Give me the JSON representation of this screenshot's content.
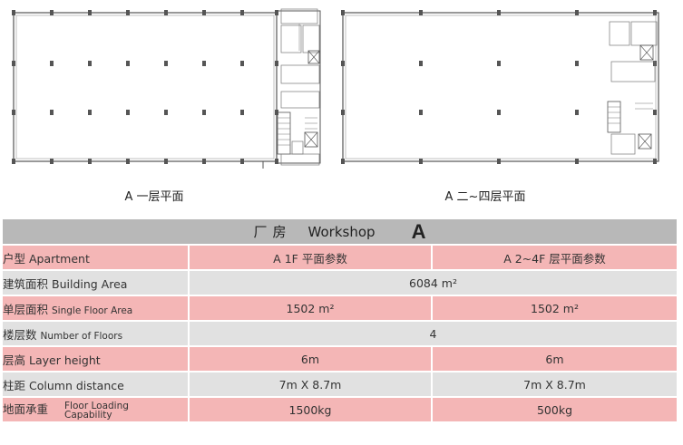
{
  "captions": {
    "plan_1f": "A 一层平面",
    "plan_2_4f": "A 二~四层平面"
  },
  "header": {
    "title_cn": "厂房",
    "title_en": "Workshop",
    "letter": "A"
  },
  "table": {
    "col_headers": {
      "label": "户型 Apartment",
      "col1": "A  1F 平面参数",
      "col2": "A  2~4F 层平面参数"
    },
    "rows": [
      {
        "label_cn": "建筑面积",
        "label_en": "Building Area",
        "merged": "6084 m²"
      },
      {
        "label_cn": "单层面积",
        "label_en": "Single Floor Area",
        "col1": "1502 m²",
        "col2": "1502 m²"
      },
      {
        "label_cn": "楼层数",
        "label_en": "Number of Floors",
        "merged": "4"
      },
      {
        "label_cn": "层高",
        "label_en": "Layer height",
        "col1": "6m",
        "col2": "6m"
      },
      {
        "label_cn": "柱距",
        "label_en": "Column distance",
        "col1": "7m X 8.7m",
        "col2": "7m X 8.7m"
      },
      {
        "label_cn": "地面承重",
        "label_en_line1": "Floor Loading",
        "label_en_line2": "Capability",
        "col1": "1500kg",
        "col2": "500kg"
      }
    ]
  },
  "colors": {
    "pink": "#f4b6b6",
    "grey_row": "#e1e1e1",
    "band": "#b8b8b8"
  }
}
